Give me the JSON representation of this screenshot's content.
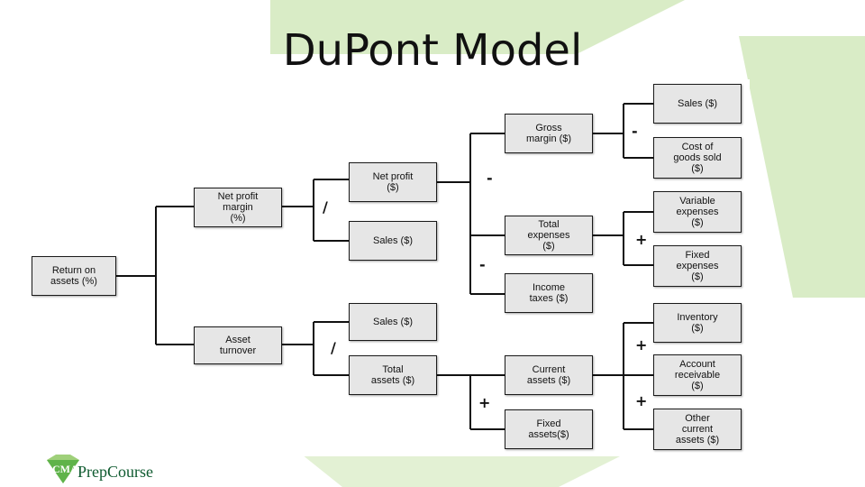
{
  "title": "DuPont Model",
  "nodes": {
    "roa": "Return on\nassets (%)",
    "npm": "Net profit\nmargin\n(%)",
    "asset_turnover": "Asset\nturnover",
    "net_profit": "Net profit\n($)",
    "sales_a": "Sales ($)",
    "sales_b": "Sales ($)",
    "total_assets": "Total\nassets ($)",
    "gross_margin": "Gross\nmargin ($)",
    "total_expenses": "Total\nexpenses\n($)",
    "income_taxes": "Income\ntaxes ($)",
    "current_assets": "Current\nassets ($)",
    "fixed_assets": "Fixed\nassets($)",
    "sales_c": "Sales ($)",
    "cogs": "Cost of\ngoods sold\n($)",
    "variable_expenses": "Variable\nexpenses\n($)",
    "fixed_expenses": "Fixed\nexpenses\n($)",
    "inventory": "Inventory\n($)",
    "account_receivable": "Account\nreceivable\n($)",
    "other_current_assets": "Other\ncurrent\nassets ($)"
  },
  "operators": {
    "npm_split": "/",
    "turnover_split": "/",
    "net_profit_minus_1": "-",
    "net_profit_minus_2": "-",
    "gross_margin_minus": "-",
    "expenses_plus": "+",
    "total_assets_plus": "+",
    "current_assets_plus_1": "+",
    "current_assets_plus_2": "+"
  },
  "logo": {
    "text": "PrepCourse",
    "mark_text": "CMA"
  },
  "colors": {
    "background_art": "#d9ecc6",
    "box_fill": "#e6e6e6",
    "logo_green": "#3a9a45"
  }
}
